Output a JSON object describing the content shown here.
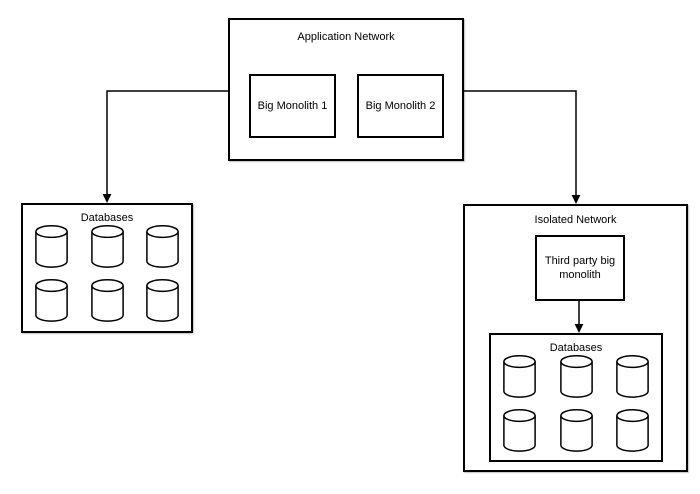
{
  "canvas": {
    "background": "#ffffff",
    "stroke_color": "#000000",
    "text_color": "#000000"
  },
  "nodes": {
    "application_network": {
      "label": "Application Network",
      "type": "container"
    },
    "big_monolith_1": {
      "label": "Big Monolith 1",
      "type": "process"
    },
    "big_monolith_2": {
      "label": "Big Monolith 2",
      "type": "process"
    },
    "databases_left": {
      "label": "Databases",
      "type": "container",
      "cylinder_count": 6
    },
    "isolated_network": {
      "label": "Isolated Network",
      "type": "container"
    },
    "third_party_monolith": {
      "label": "Third party big monolith",
      "type": "process"
    },
    "databases_isolated": {
      "label": "Databases",
      "type": "container",
      "cylinder_count": 6
    }
  },
  "edges": [
    {
      "from": "application_network",
      "to": "databases_left",
      "style": "elbow-arrow"
    },
    {
      "from": "application_network",
      "to": "isolated_network",
      "style": "elbow-arrow"
    },
    {
      "from": "third_party_monolith",
      "to": "databases_isolated",
      "style": "straight-arrow"
    }
  ]
}
